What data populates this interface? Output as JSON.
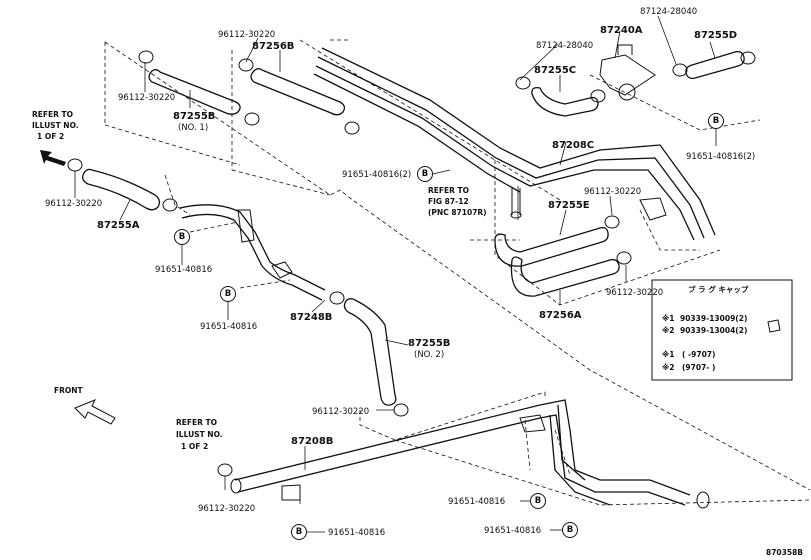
{
  "diagram_id": "870358B",
  "front_label": "FRONT",
  "refer_left_top": [
    "REFER TO",
    "ILLUST NO.",
    "1 OF 2"
  ],
  "refer_left_bottom": [
    "REFER TO",
    "ILLUST NO.",
    "1 OF 2"
  ],
  "refer_fig": [
    "REFER TO",
    "FIG 87-12",
    "(PNC 87107R)"
  ],
  "callout_letter": "B",
  "parts": {
    "p87256B": "87256B",
    "p87255B_1": "87255B",
    "p87255B_1_note": "(NO. 1)",
    "p87255A": "87255A",
    "p87248B": "87248B",
    "p87255B_2": "87255B",
    "p87255B_2_note": "(NO. 2)",
    "p87208B": "87208B",
    "p87208C": "87208C",
    "p87255C": "87255C",
    "p87240A": "87240A",
    "p87255D": "87255D",
    "p87255E": "87255E",
    "p87256A": "87256A"
  },
  "clips": {
    "c96112_30220": "96112-30220",
    "c87124_28040": "87124-28040",
    "c91651_40816": "91651-40816",
    "c91651_40816_2": "91651-40816(2)"
  },
  "plug_table": {
    "title": "プ ラ グ   キャップ",
    "row1_mark": "※1",
    "row1_part": "90339-13009(2)",
    "row2_mark": "※2",
    "row2_part": "90339-13004(2)",
    "legend1_mark": "※1",
    "legend1_range": "(      -9707)",
    "legend2_mark": "※2",
    "legend2_range": "(9707-       )"
  }
}
